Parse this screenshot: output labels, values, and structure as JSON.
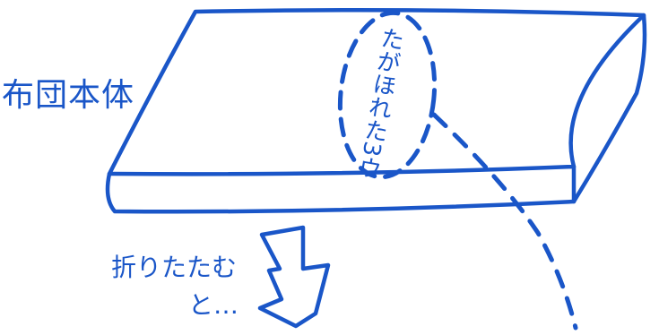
{
  "labels": {
    "futon_body": "布団本体",
    "fold_instruction": "折りたたむ",
    "continuation": "と…",
    "callout_text": "たがほれた3ウ"
  },
  "colors": {
    "ink": "#1a56c8",
    "paper": "#ffffff"
  }
}
